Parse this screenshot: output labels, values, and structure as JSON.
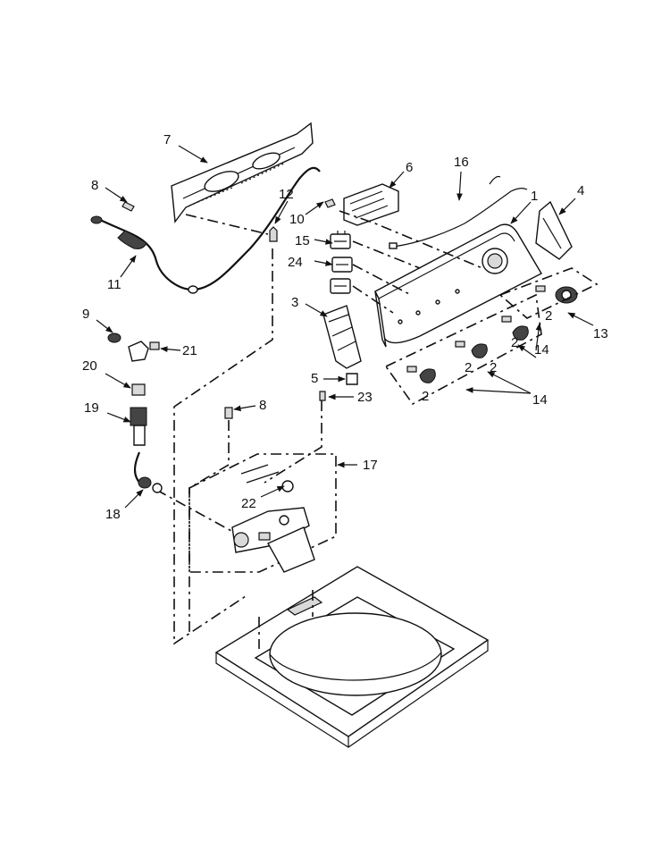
{
  "callouts": {
    "c1": "1",
    "c2a": "2",
    "c2b": "2",
    "c2c": "2",
    "c2d": "2",
    "c2e": "2",
    "c3": "3",
    "c4": "4",
    "c5": "5",
    "c6": "6",
    "c7": "7",
    "c8a": "8",
    "c8b": "8",
    "c9": "9",
    "c10": "10",
    "c11": "11",
    "c12": "12",
    "c13": "13",
    "c14a": "14",
    "c14b": "14",
    "c15": "15",
    "c16": "16",
    "c17": "17",
    "c18": "18",
    "c19": "19",
    "c20": "20",
    "c21": "21",
    "c22": "22",
    "c23": "23",
    "c24": "24"
  }
}
